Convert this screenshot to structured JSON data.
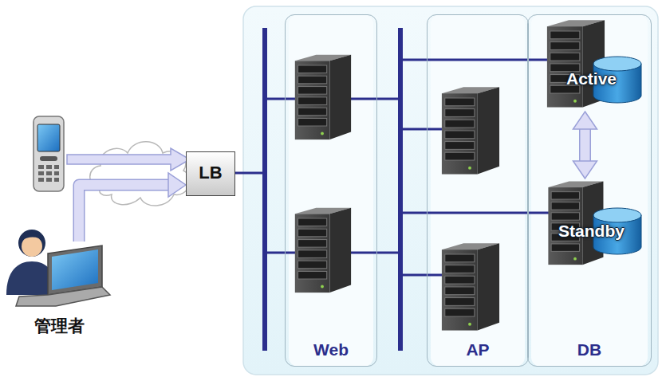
{
  "diagram": {
    "nodes": [
      {
        "text": [
          "管理者"
        ]
      },
      {
        "text": [
          "LB"
        ]
      },
      {
        "text": [
          "Web"
        ]
      },
      {
        "text": [
          "AP"
        ]
      },
      {
        "text": [
          "DB"
        ]
      },
      {
        "text": [
          "Active"
        ],
        "in": 4
      },
      {
        "text": [
          "Standby"
        ],
        "in": 4
      }
    ],
    "edges": [
      {
        "from": 0,
        "to": 1,
        "arrow": "to"
      },
      {
        "from": 5,
        "to": 6,
        "arrow": "both"
      }
    ]
  }
}
